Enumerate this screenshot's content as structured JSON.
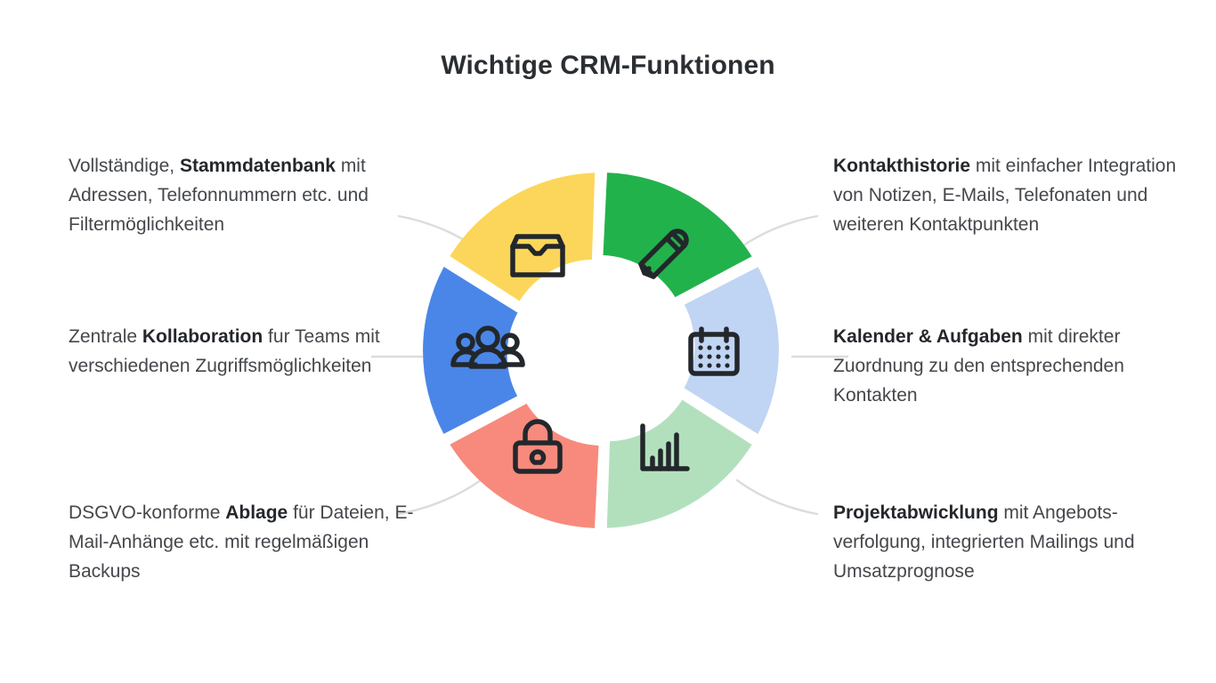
{
  "title": "Wichtige CRM-Funktionen",
  "colors": {
    "blue": "#4a86e8",
    "yellow": "#fcd council",
    "background": "#ffffff",
    "text": "#44474b",
    "title": "#2b2f33",
    "connector": "#dcdcdc",
    "icon_stroke": "#23272b"
  },
  "segments": [
    {
      "id": "stammdatenbank",
      "position": "top-left",
      "color": "#4a86e8",
      "icon": "inbox-envelope-icon",
      "side": "left"
    },
    {
      "id": "kontakthistorie",
      "position": "top-right",
      "color": "#fcd65a",
      "icon": "pencil-icon",
      "side": "right"
    },
    {
      "id": "kalender-aufgaben",
      "position": "middle-right",
      "color": "#22b24c",
      "icon": "calendar-icon",
      "side": "right"
    },
    {
      "id": "projektabwicklung",
      "position": "bottom-right",
      "color": "#c0d4f3",
      "icon": "bar-chart-icon",
      "side": "right"
    },
    {
      "id": "ablage",
      "position": "bottom-left",
      "color": "#b2e0bd",
      "icon": "lock-icon",
      "side": "left"
    },
    {
      "id": "kollaboration",
      "position": "middle-left",
      "color": "#f78a7d",
      "icon": "group-people-icon",
      "side": "left"
    }
  ],
  "blurbs": {
    "stammdatenbank": {
      "pre": "Vollständige, ",
      "bold": "Stammdatenbank",
      "post": " mit Adressen, Telefonnummern etc. und Filtermöglichkeiten"
    },
    "kollaboration": {
      "pre": "Zentrale ",
      "bold": "Kollaboration",
      "post": " fur Teams mit verschiedenen Zugriffsmöglichkeiten"
    },
    "ablage": {
      "pre": "DSGVO-konforme ",
      "bold": "Ablage",
      "post": " für Dateien, E-Mail-Anhänge etc. mit regelmäßigen Backups"
    },
    "kontakthistorie": {
      "pre": "",
      "bold": "Kontakthistorie",
      "post": " mit einfacher Integration von Notizen, E-Mails, Telefonaten und weiteren Kontaktpunkten"
    },
    "kalender": {
      "pre": "",
      "bold": "Kalender & Aufgaben",
      "post": " mit direkter Zuordnung zu den entsprechenden Kontakten"
    },
    "projektabwicklung": {
      "pre": "",
      "bold": "Projektabwicklung",
      "post": " mit Angebots-verfolgung, integrierten Mailings und Umsatzprognose"
    }
  }
}
